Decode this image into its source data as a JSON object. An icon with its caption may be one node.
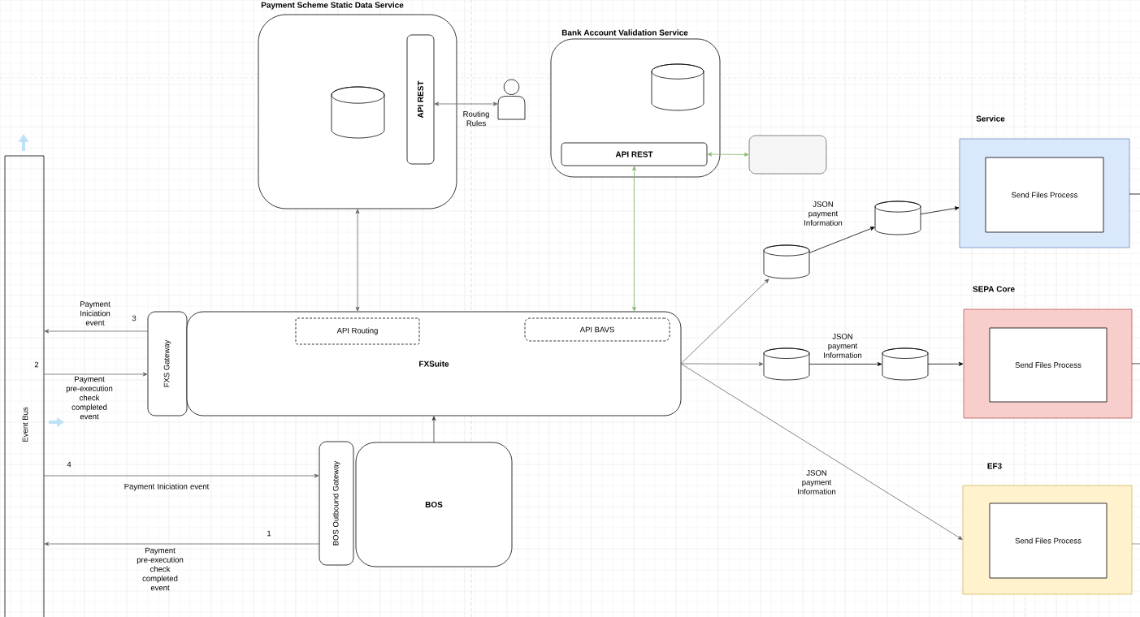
{
  "diagram": {
    "nodes": [
      {
        "text": [
          "Payment Scheme Static Data Service"
        ]
      },
      {
        "text": [],
        "shape": "cylinder",
        "in": 0
      },
      {
        "text": [
          "API REST"
        ],
        "in": 0
      },
      {
        "text": [],
        "shape": "person"
      },
      {
        "text": [
          "Bank Account Validation Service"
        ]
      },
      {
        "text": [],
        "shape": "cylinder",
        "in": 4
      },
      {
        "text": [
          "API REST"
        ],
        "in": 4
      },
      {
        "text": [],
        "shape": "box"
      },
      {
        "text": [
          "Service"
        ]
      },
      {
        "text": [
          "Send Files Process"
        ],
        "in": 8
      },
      {
        "text": [],
        "shape": "cylinder"
      },
      {
        "text": [],
        "shape": "cylinder"
      },
      {
        "text": [
          "SEPA Core"
        ]
      },
      {
        "text": [
          "Send Files Process"
        ],
        "in": 12
      },
      {
        "text": [
          "Event Bus"
        ]
      },
      {
        "text": [
          "FXS Gateway"
        ]
      },
      {
        "text": [
          "FXSuite"
        ]
      },
      {
        "text": [
          "API Routing"
        ],
        "in": 16
      },
      {
        "text": [
          "API BAVS"
        ],
        "in": 16
      },
      {
        "text": [],
        "shape": "cylinder"
      },
      {
        "text": [],
        "shape": "cylinder"
      },
      {
        "text": [
          "BOS Outbound Gateway"
        ]
      },
      {
        "text": [
          "BOS"
        ]
      },
      {
        "text": [
          "EF3"
        ]
      },
      {
        "text": [
          "Send Files Process"
        ],
        "in": 23
      }
    ],
    "edges": [
      {
        "from": 2,
        "to": 3,
        "arrow": "both",
        "label": "Routing Rules"
      },
      {
        "from": 0,
        "to": 16,
        "arrow": "both"
      },
      {
        "from": 6,
        "to": 16,
        "arrow": "both",
        "color": "#82b366"
      },
      {
        "from": 6,
        "to": 7,
        "arrow": "both",
        "color": "#82b366"
      },
      {
        "from": 15,
        "to": 14,
        "arrow": "to",
        "label": "Payment Iniciation event"
      },
      {
        "from": 14,
        "to": 15,
        "arrow": "to",
        "label": "Payment pre-execution check completed event"
      },
      {
        "from": 16,
        "to": 10,
        "arrow": "to"
      },
      {
        "from": 10,
        "to": 11,
        "arrow": "to",
        "label": "JSON payment Information",
        "color": "#000000"
      },
      {
        "from": 11,
        "to": 8,
        "arrow": "to",
        "color": "#000000"
      },
      {
        "from": 16,
        "to": 19,
        "arrow": "to"
      },
      {
        "from": 19,
        "to": 20,
        "arrow": "to",
        "label": "JSON payment Information",
        "color": "#000000"
      },
      {
        "from": 20,
        "to": 12,
        "arrow": "to",
        "color": "#000000"
      },
      {
        "from": 16,
        "to": 23,
        "arrow": "to",
        "label": "JSON payment Information"
      },
      {
        "from": 22,
        "to": 16,
        "arrow": "to",
        "color": "#36393d"
      },
      {
        "from": 14,
        "to": 21,
        "arrow": "to",
        "label": "Payment Iniciation event"
      },
      {
        "from": 21,
        "to": 14,
        "arrow": "to",
        "label": "Payment pre-execution check completed event"
      },
      {
        "from": 8,
        "to": null,
        "arrow": "none",
        "color": "#000000"
      },
      {
        "from": 12,
        "to": null,
        "arrow": "none",
        "color": "#000000"
      },
      {
        "from": 23,
        "to": null,
        "arrow": "none",
        "color": "#000000"
      }
    ],
    "labels": [
      "3",
      "2",
      "4",
      "1"
    ]
  }
}
